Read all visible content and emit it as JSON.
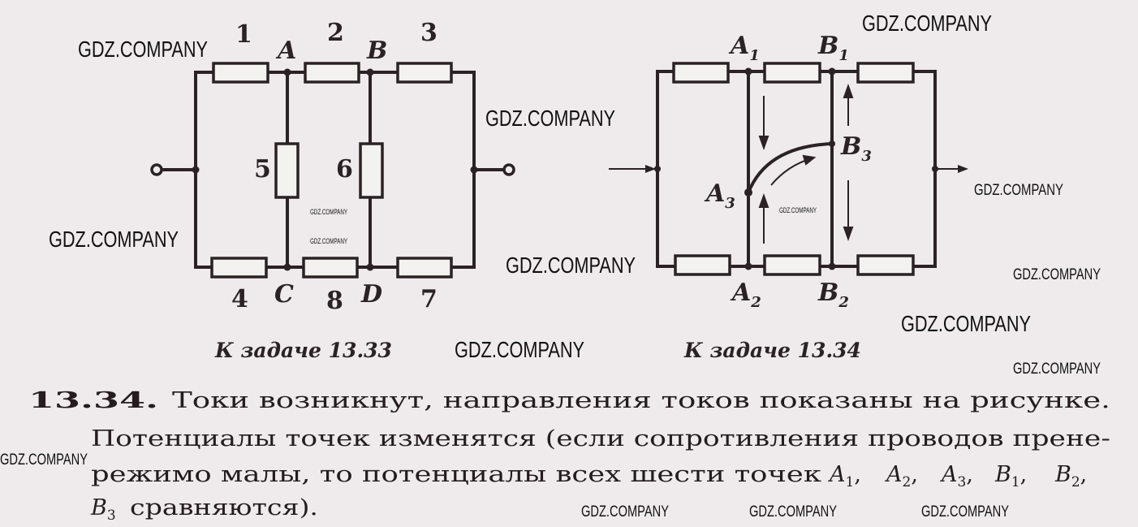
{
  "figure_1": {
    "resistor_labels": [
      "1",
      "2",
      "3",
      "4",
      "5",
      "6",
      "7",
      "8"
    ],
    "node_labels": {
      "A": "A",
      "B": "B",
      "C": "C",
      "D": "D"
    },
    "caption": "К задаче 13.33"
  },
  "figure_2": {
    "node_labels": {
      "A1": "A",
      "A1_sub": "1",
      "A2": "A",
      "A2_sub": "2",
      "A3": "A",
      "A3_sub": "3",
      "B1": "B",
      "B1_sub": "1",
      "B2": "B",
      "B2_sub": "2",
      "B3": "B",
      "B3_sub": "3"
    },
    "caption": "К задаче 13.34"
  },
  "solution": {
    "number": "13.34.",
    "line1": "Токи возникнут, направления токов показаны на рисунке.",
    "line2": "Потенциалы точек изменятся (если сопротивления проводов прене-",
    "line3": "режимо малы, то потенциалы всех шести точек",
    "vars": [
      {
        "letter": "A",
        "sub": "1",
        "sep": ","
      },
      {
        "letter": "A",
        "sub": "2",
        "sep": ","
      },
      {
        "letter": "A",
        "sub": "3",
        "sep": ","
      },
      {
        "letter": "B",
        "sub": "1",
        "sep": ","
      },
      {
        "letter": "B",
        "sub": "2",
        "sep": ","
      }
    ],
    "line4_var": {
      "letter": "B",
      "sub": "3"
    },
    "line4": "сравняются)."
  },
  "watermark": "GDZ.COMPANY"
}
